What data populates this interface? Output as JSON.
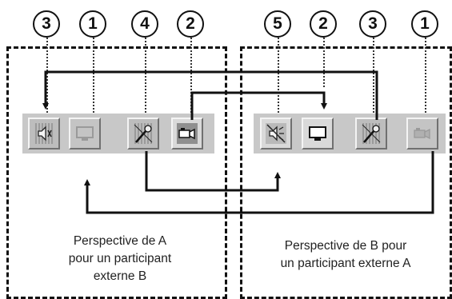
{
  "diagram": {
    "callouts_a": [
      "3",
      "1",
      "4",
      "2"
    ],
    "callouts_b": [
      "5",
      "2",
      "3",
      "1"
    ],
    "caption_a": [
      "Perspective de A",
      "pour un participant",
      "externe B"
    ],
    "caption_b": [
      "Perspective de B pour",
      "un participant externe A"
    ]
  },
  "buttons": {
    "a": [
      {
        "icon": "speaker-muted-icon",
        "state": "active-locked"
      },
      {
        "icon": "monitor-icon",
        "state": "disabled"
      },
      {
        "icon": "microphone-muted-icon",
        "state": "active-locked"
      },
      {
        "icon": "camera-icon",
        "state": "enabled"
      }
    ],
    "b": [
      {
        "icon": "speaker-off-icon",
        "state": "enabled"
      },
      {
        "icon": "monitor-icon",
        "state": "enabled"
      },
      {
        "icon": "microphone-muted-icon",
        "state": "active-locked"
      },
      {
        "icon": "camera-icon",
        "state": "disabled"
      }
    ]
  },
  "colors": {
    "line": "#111111",
    "toolbar": "#c8c8c8",
    "button": "#d9d9d9",
    "disabled": "#9a9a9a"
  }
}
